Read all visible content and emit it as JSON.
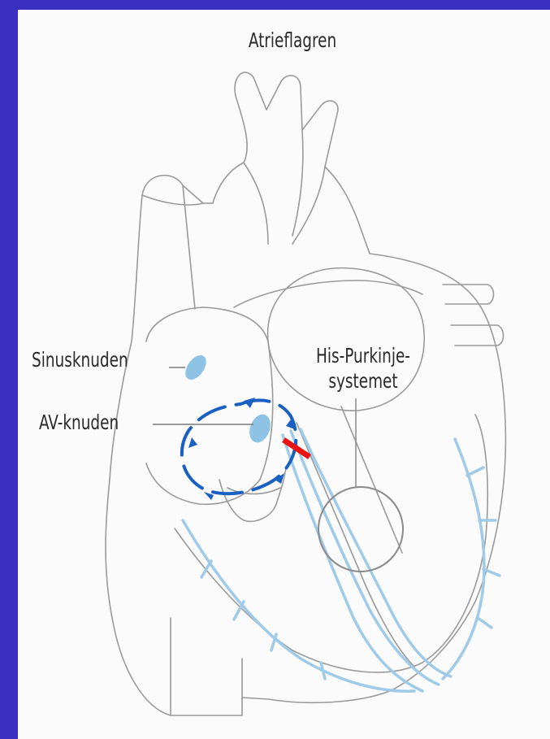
{
  "labels": {
    "title": "Atrieflagren",
    "sinus": "Sinusknuden",
    "av": "AV-knuden",
    "his_line1": "His-Purkinje-",
    "his_line2": "systemet"
  },
  "colors": {
    "background": "#3a2fc0",
    "panel": "#fbfbfb",
    "outline": "#9a9a9a",
    "node": "#8ec3e6",
    "conduction": "#9fcbe8",
    "circuit": "#1a5fc2",
    "block": "#e81414"
  },
  "icons": {
    "circuit_arrows": "arrow-head-icon",
    "ablation_mark": "red-bar-icon"
  }
}
